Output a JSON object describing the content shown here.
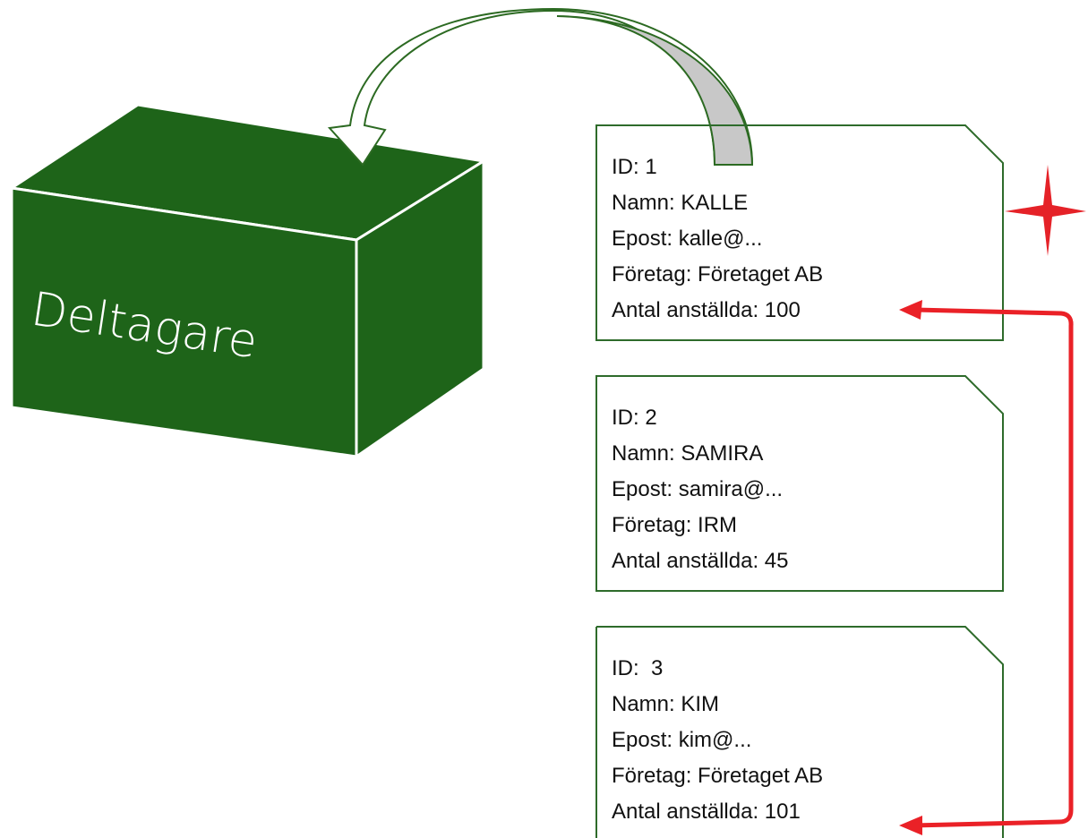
{
  "colors": {
    "box_green": "#1e6419",
    "card_border": "#2e6b2b",
    "curved_arrow_fill": "#c8c8c8",
    "red_connector": "#ea2127",
    "star_red": "#e52228"
  },
  "icons": {
    "curved_arrow": "curved-arrow-icon",
    "star": "four-point-star-icon",
    "connector": "double-headed-arrow-icon"
  },
  "box": {
    "label": "Deltagare"
  },
  "records": [
    {
      "id": "ID: 1",
      "name": "Namn: KALLE",
      "email": "Epost: kalle@...",
      "company": "Företaget AB",
      "company_label": "Företag: Företaget AB",
      "employees": "Antal anställda: 100"
    },
    {
      "id": "ID: 2",
      "name": "Namn: SAMIRA",
      "email": "Epost: samira@...",
      "company_label": "Företag: IRM",
      "employees": "Antal anställda: 45"
    },
    {
      "id": "ID:  3",
      "name": "Namn: KIM",
      "email": "Epost: kim@...",
      "company_label": "Företag: Företaget AB",
      "employees": "Antal anställda: 101"
    }
  ]
}
